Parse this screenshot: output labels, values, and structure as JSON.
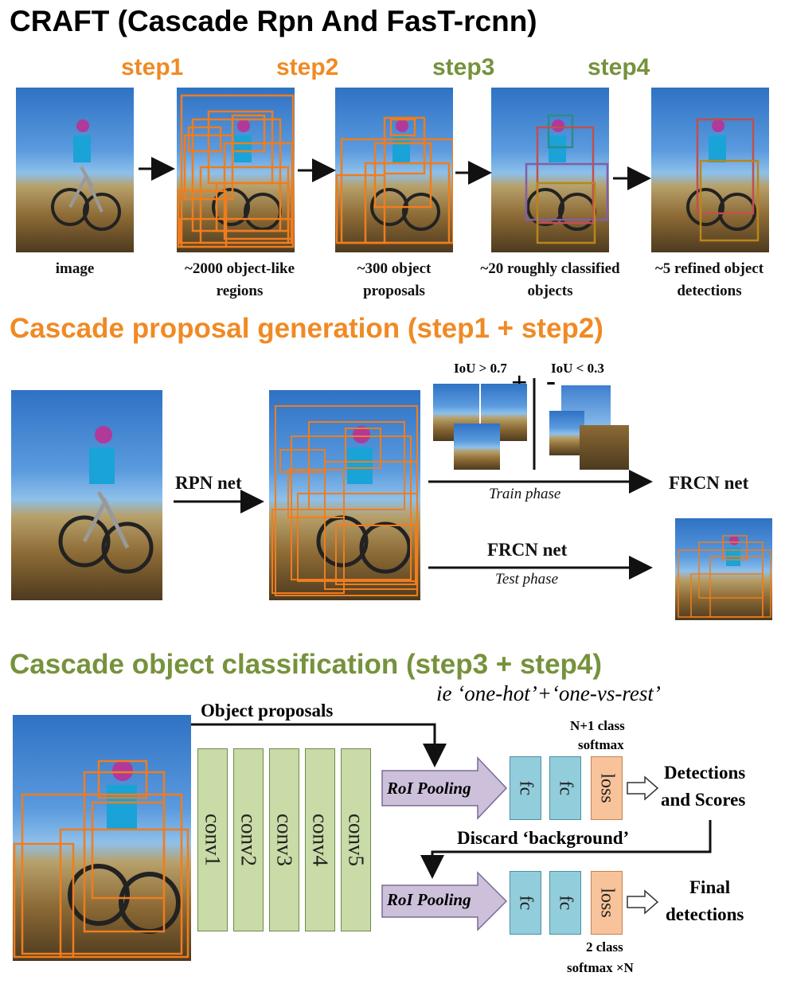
{
  "title": "CRAFT (Cascade Rpn And FasT-rcnn)",
  "steps": [
    "step1",
    "step2",
    "step3",
    "step4"
  ],
  "colors": {
    "orange": "#F08A24",
    "green": "#76923C",
    "box_orange": "#EF7D1F",
    "conv_fill": "#C9DBA6",
    "fc_fill": "#92CDDC",
    "loss_fill": "#F8C39A",
    "roi_fill": "#CCC0DA"
  },
  "pipeline_captions": [
    "image",
    "~2000 object-like regions",
    "~300 object proposals",
    "~20 roughly classified objects",
    "~5 refined object detections"
  ],
  "section1": {
    "title": "Cascade proposal generation (step1 + step2)",
    "rpn_label": "RPN net",
    "iou_pos": "IoU > 0.7",
    "iou_neg": "IoU < 0.3",
    "plus": "+",
    "minus": "-",
    "frcn_label_train": "FRCN net",
    "train_phase": "Train phase",
    "frcn_label_test": "FRCN net",
    "test_phase": "Test phase"
  },
  "section2": {
    "title": "Cascade object classification (step3 + step4)",
    "note": "ie ‘one-hot’+‘one-vs-rest’",
    "object_proposals": "Object proposals",
    "conv_layers": [
      "conv1",
      "conv2",
      "conv3",
      "conv4",
      "conv5"
    ],
    "roi_pooling": "RoI Pooling",
    "fc": "fc",
    "loss": "loss",
    "n1_softmax_line1": "N+1 class",
    "n1_softmax_line2": "softmax",
    "detections_line1": "Detections",
    "detections_line2": "and Scores",
    "discard": "Discard ‘background’",
    "final_line1": "Final",
    "final_line2": "detections",
    "two_class_line1": "2 class",
    "two_class_line2": "softmax ×N"
  }
}
